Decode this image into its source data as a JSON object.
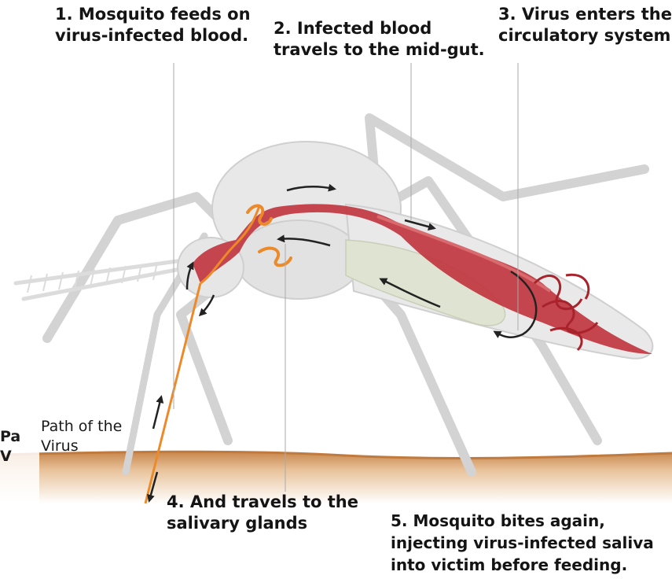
{
  "steps": [
    {
      "number": "1.",
      "lines": [
        "Mosquito feeds on",
        "virus-infected blood."
      ]
    },
    {
      "number": "2.",
      "lines": [
        "Infected blood",
        "travels to the mid-gut."
      ]
    },
    {
      "number": "3.",
      "lines": [
        "Virus enters the",
        "circulatory system"
      ]
    },
    {
      "number": "4.",
      "lines": [
        "And travels to the",
        "salivary glands"
      ]
    },
    {
      "number": "5.",
      "lines": [
        "Mosquito bites again,",
        "injecting virus-infected saliva",
        "into victim before feeding."
      ]
    }
  ],
  "path_label": {
    "lines": [
      "Path of the",
      "Virus"
    ]
  },
  "faded_label": {
    "lines": [
      "Pa",
      "V"
    ]
  },
  "colors": {
    "blood": "#c0333c",
    "blood_light": "#d96a6e",
    "virus_path": "#ec8a2a",
    "body": "#e8e8e8",
    "body_edge": "#cfcfcf",
    "leg": "#d3d3d3",
    "gut": "#dfe3d2",
    "skin": "#d9a06b",
    "arrow": "#222222",
    "text": "#141414"
  }
}
